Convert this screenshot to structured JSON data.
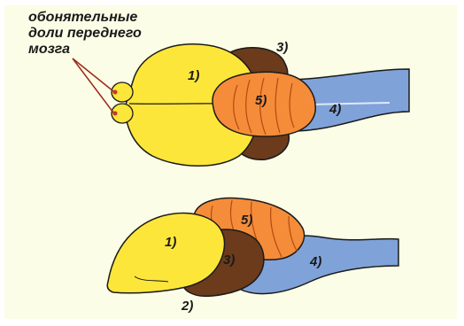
{
  "annotation": {
    "lines": [
      "обонятельные",
      "доли переднего",
      "мозга"
    ]
  },
  "top_view": {
    "labels": {
      "part1": "1)",
      "part3": "3)",
      "part4": "4)",
      "part5": "5)"
    }
  },
  "side_view": {
    "labels": {
      "part1": "1)",
      "part2": "2)",
      "part3": "3)",
      "part4": "4)",
      "part5": "5)"
    }
  },
  "colors": {
    "background": "#fbfde6",
    "forebrain": "#fde63a",
    "diencephalon_midbrain": "#6b3b1c",
    "medulla": "#7fa2d9",
    "cerebellum": "#f58c3a",
    "outline": "#1a1a1a",
    "pointer": "#9b2a1a"
  }
}
